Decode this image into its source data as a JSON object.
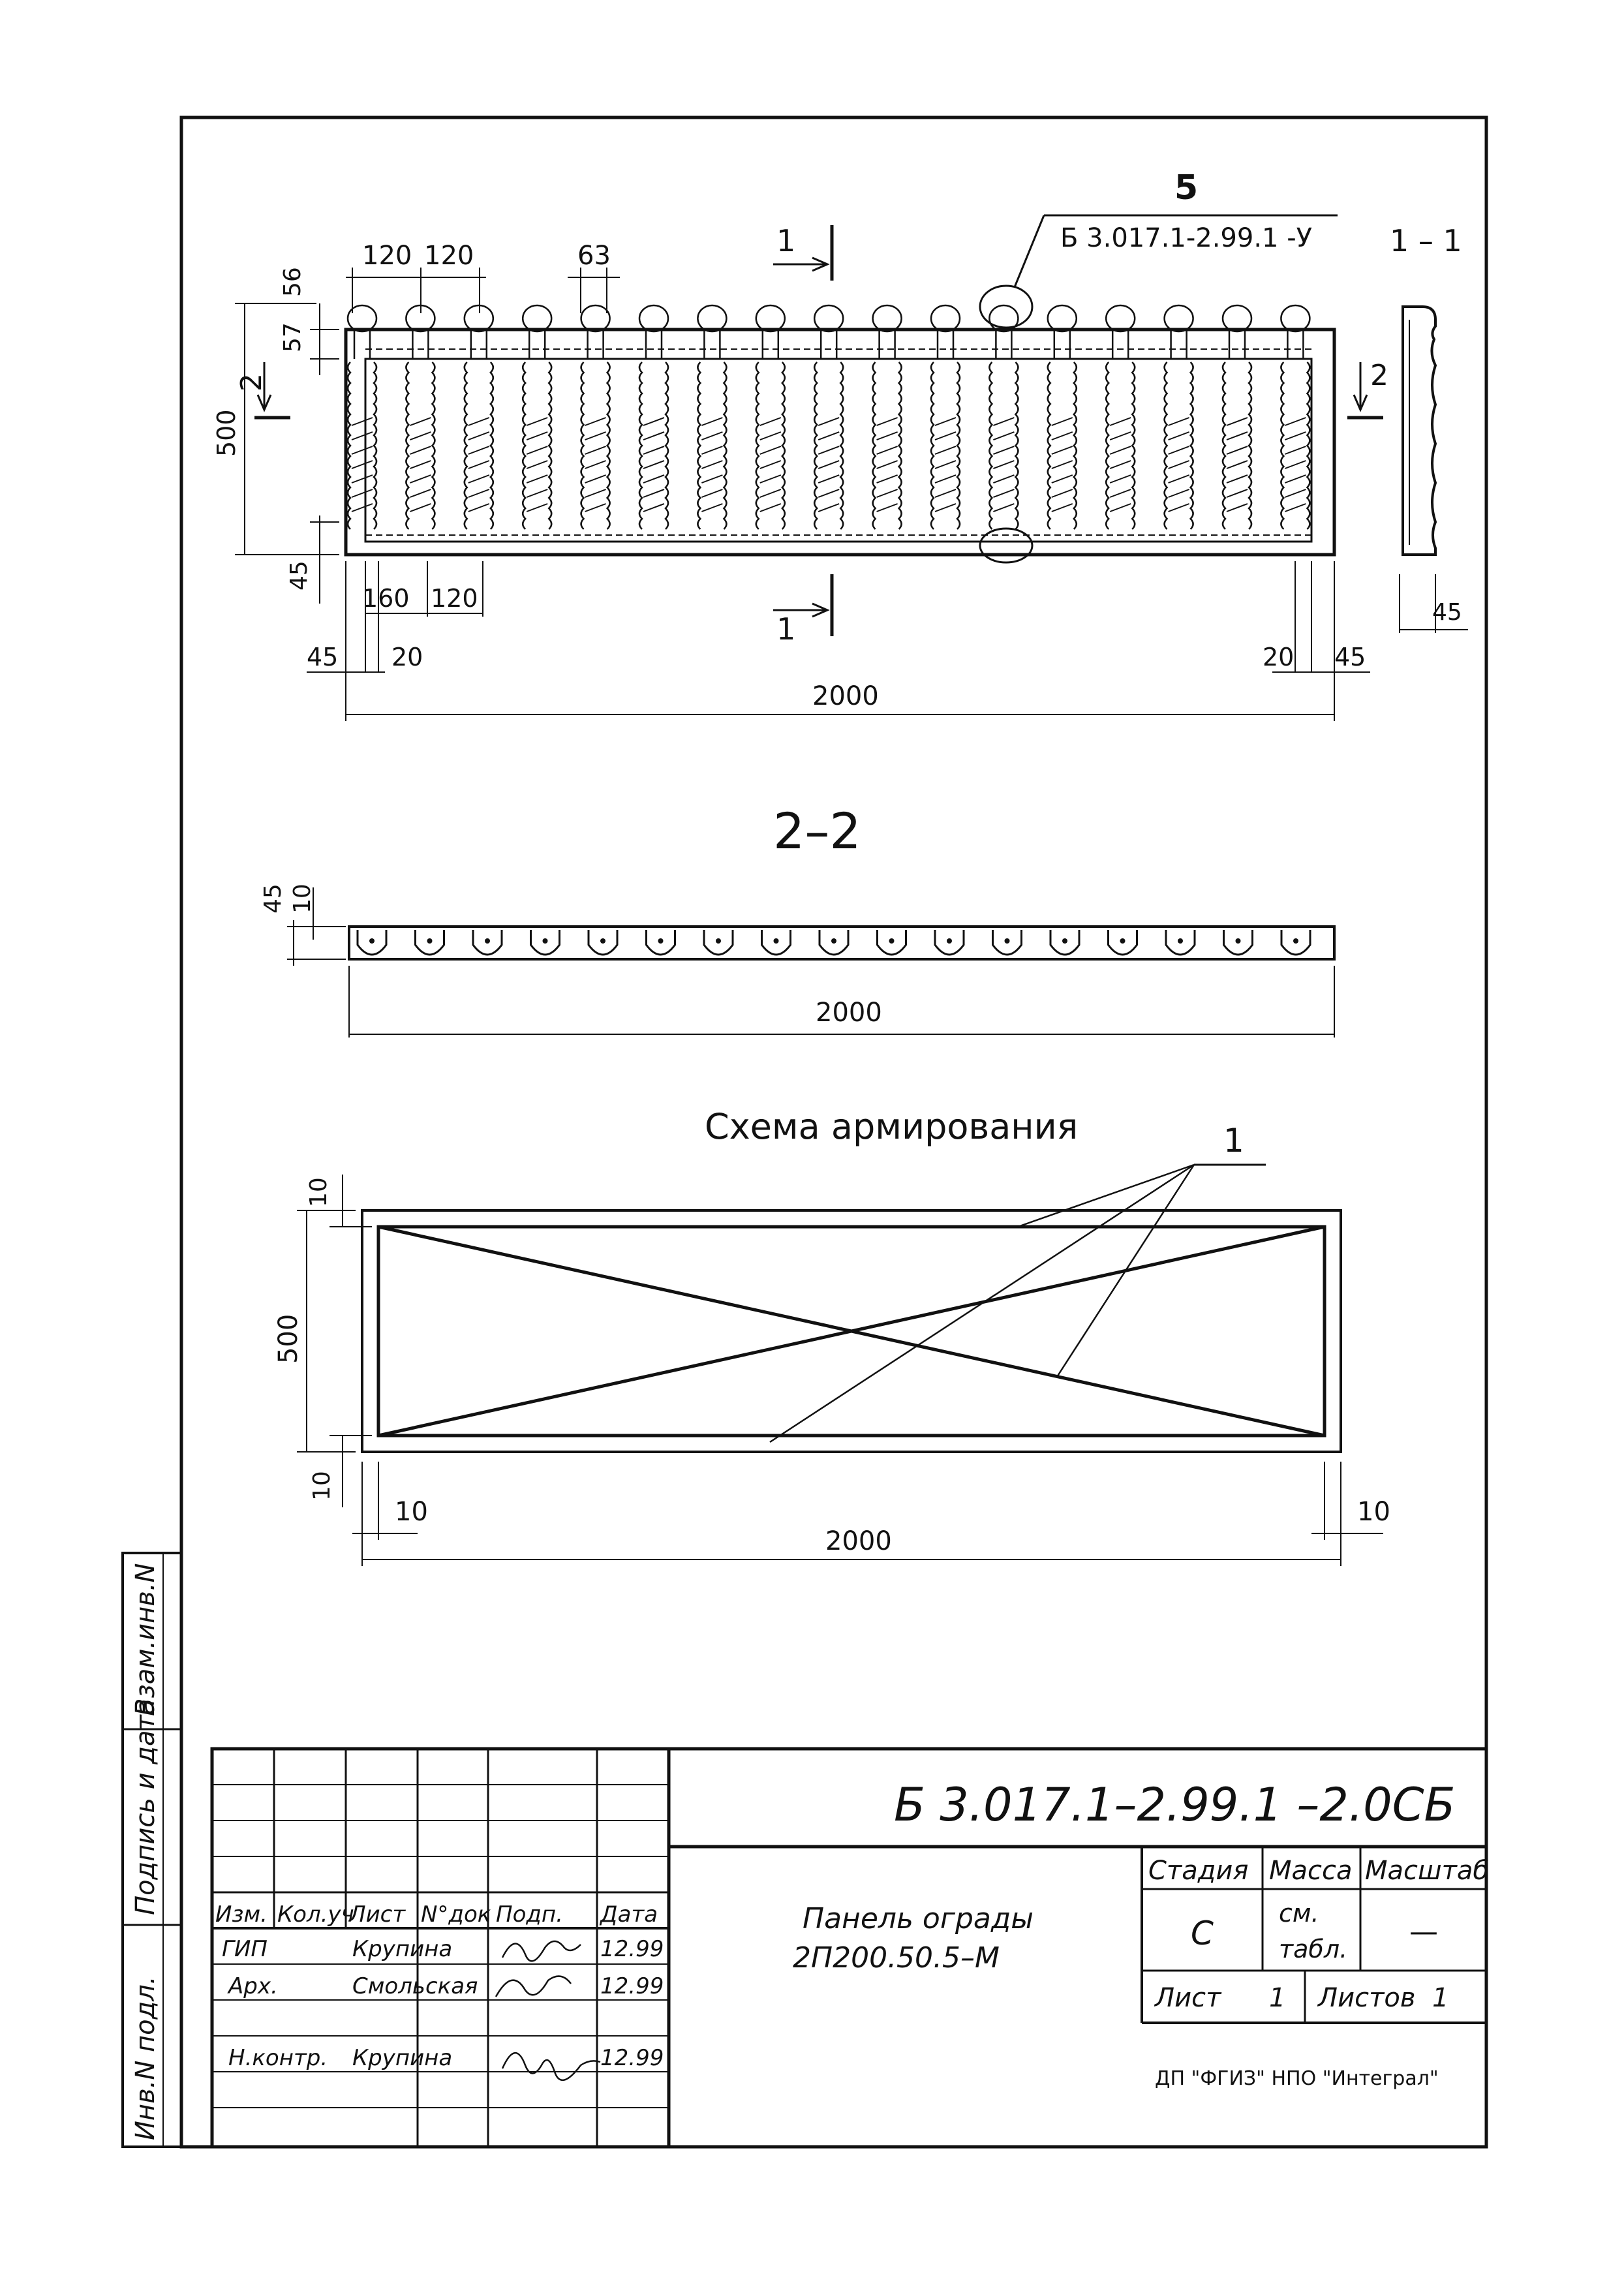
{
  "main_view": {
    "callout_number": "5",
    "callout_ref": "Б 3.017.1-2.99.1 -У",
    "section_1_label": "1",
    "section_1_1_label": "1 – 1",
    "section_2_label": "2",
    "dims": {
      "d120a": "120",
      "d120b": "120",
      "d63": "63",
      "d56": "56",
      "d57": "57",
      "d500": "500",
      "d45v": "45",
      "d160": "160",
      "d120c": "120",
      "d45a": "45",
      "d20a": "20",
      "d20b": "20",
      "d45b": "45",
      "d2000": "2000",
      "d45side": "45"
    }
  },
  "section_2_2": {
    "title": "2–2",
    "dims": {
      "d45": "45",
      "d10": "10",
      "d2000": "2000"
    }
  },
  "reinforcement": {
    "title": "Схема армирования",
    "leader_label": "1",
    "dims": {
      "d10top": "10",
      "d500": "500",
      "d10bot": "10",
      "d10l": "10",
      "d10r": "10",
      "d2000": "2000"
    }
  },
  "left_strip": {
    "vzam": "Взам.инв.N",
    "podpis": "Подпись и дата",
    "inv": "Инв.N подл."
  },
  "title_block": {
    "doc_code": "Б 3.017.1–2.99.1 –2.0СБ",
    "head": {
      "izm": "Изм.",
      "kol": "Кол.уч",
      "list": "Лист",
      "ndok": "N°док",
      "podp": "Подп.",
      "data": "Дата"
    },
    "rows": [
      {
        "role": "ГИП",
        "name": "Крупина",
        "date": "12.99"
      },
      {
        "role": "Арх.",
        "name": "Смольская",
        "date": "12.99"
      },
      {
        "role": "Н.контр.",
        "name": "Крупина",
        "date": "12.99"
      }
    ],
    "name_line1": "Панель ограды",
    "name_line2": "2П200.50.5–М",
    "stage_label": "Стадия",
    "mass_label": "Масса",
    "scale_label": "Масштаб",
    "stage_value": "С",
    "mass_value_1": "см.",
    "mass_value_2": "табл.",
    "scale_value": "—",
    "sheet_label": "Лист",
    "sheet_value": "1",
    "sheets_label": "Листов",
    "sheets_value": "1",
    "org": "ДП \"ФГИЗ\" НПО \"Интеграл\""
  }
}
